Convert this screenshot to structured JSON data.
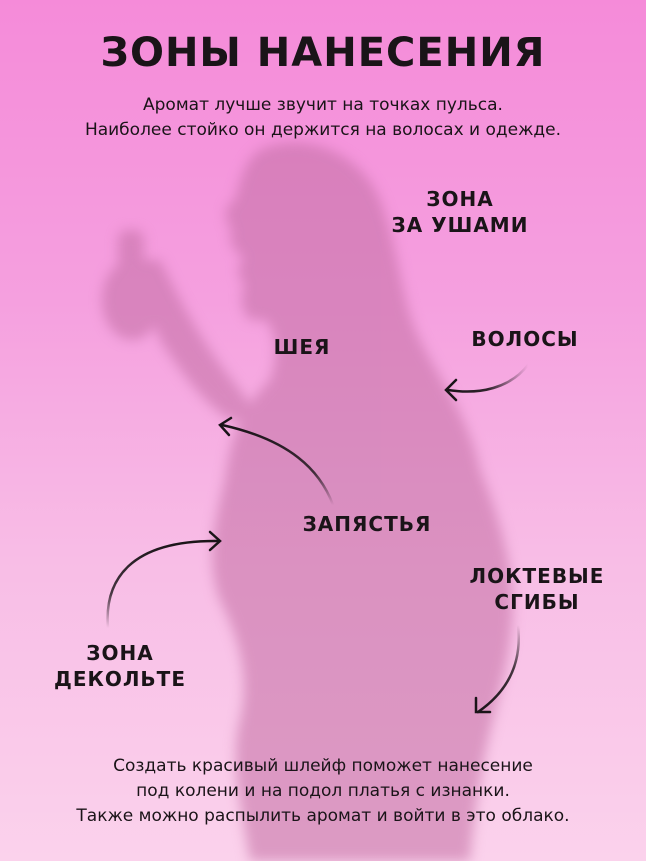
{
  "header": {
    "title": "ЗОНЫ НАНЕСЕНИЯ",
    "subtitle_lines": [
      "Аромат лучше звучит на точках пульса.",
      "Наиболее стойко он держится на волосах и одежде."
    ]
  },
  "zones": {
    "behind_ears": {
      "lines": [
        "ЗОНА",
        "ЗА УШАМИ"
      ]
    },
    "neck": {
      "lines": [
        "ШЕЯ"
      ]
    },
    "hair": {
      "lines": [
        "ВОЛОСЫ"
      ]
    },
    "wrists": {
      "lines": [
        "ЗАПЯСТЬЯ"
      ]
    },
    "elbows": {
      "lines": [
        "ЛОКТЕВЫЕ",
        "СГИБЫ"
      ]
    },
    "decollete": {
      "lines": [
        "ЗОНА",
        "ДЕКОЛЬТЕ"
      ]
    }
  },
  "footer": {
    "lines": [
      "Создать красивый шлейф поможет нанесение",
      "под колени и на подол платья с изнанки.",
      "Также можно распылить аромат и войти в это облако."
    ]
  },
  "colors": {
    "background_top": "#f58bd9",
    "background_bottom": "#fbd2ec",
    "silhouette": "#c86fa6",
    "text": "#1a1418"
  }
}
